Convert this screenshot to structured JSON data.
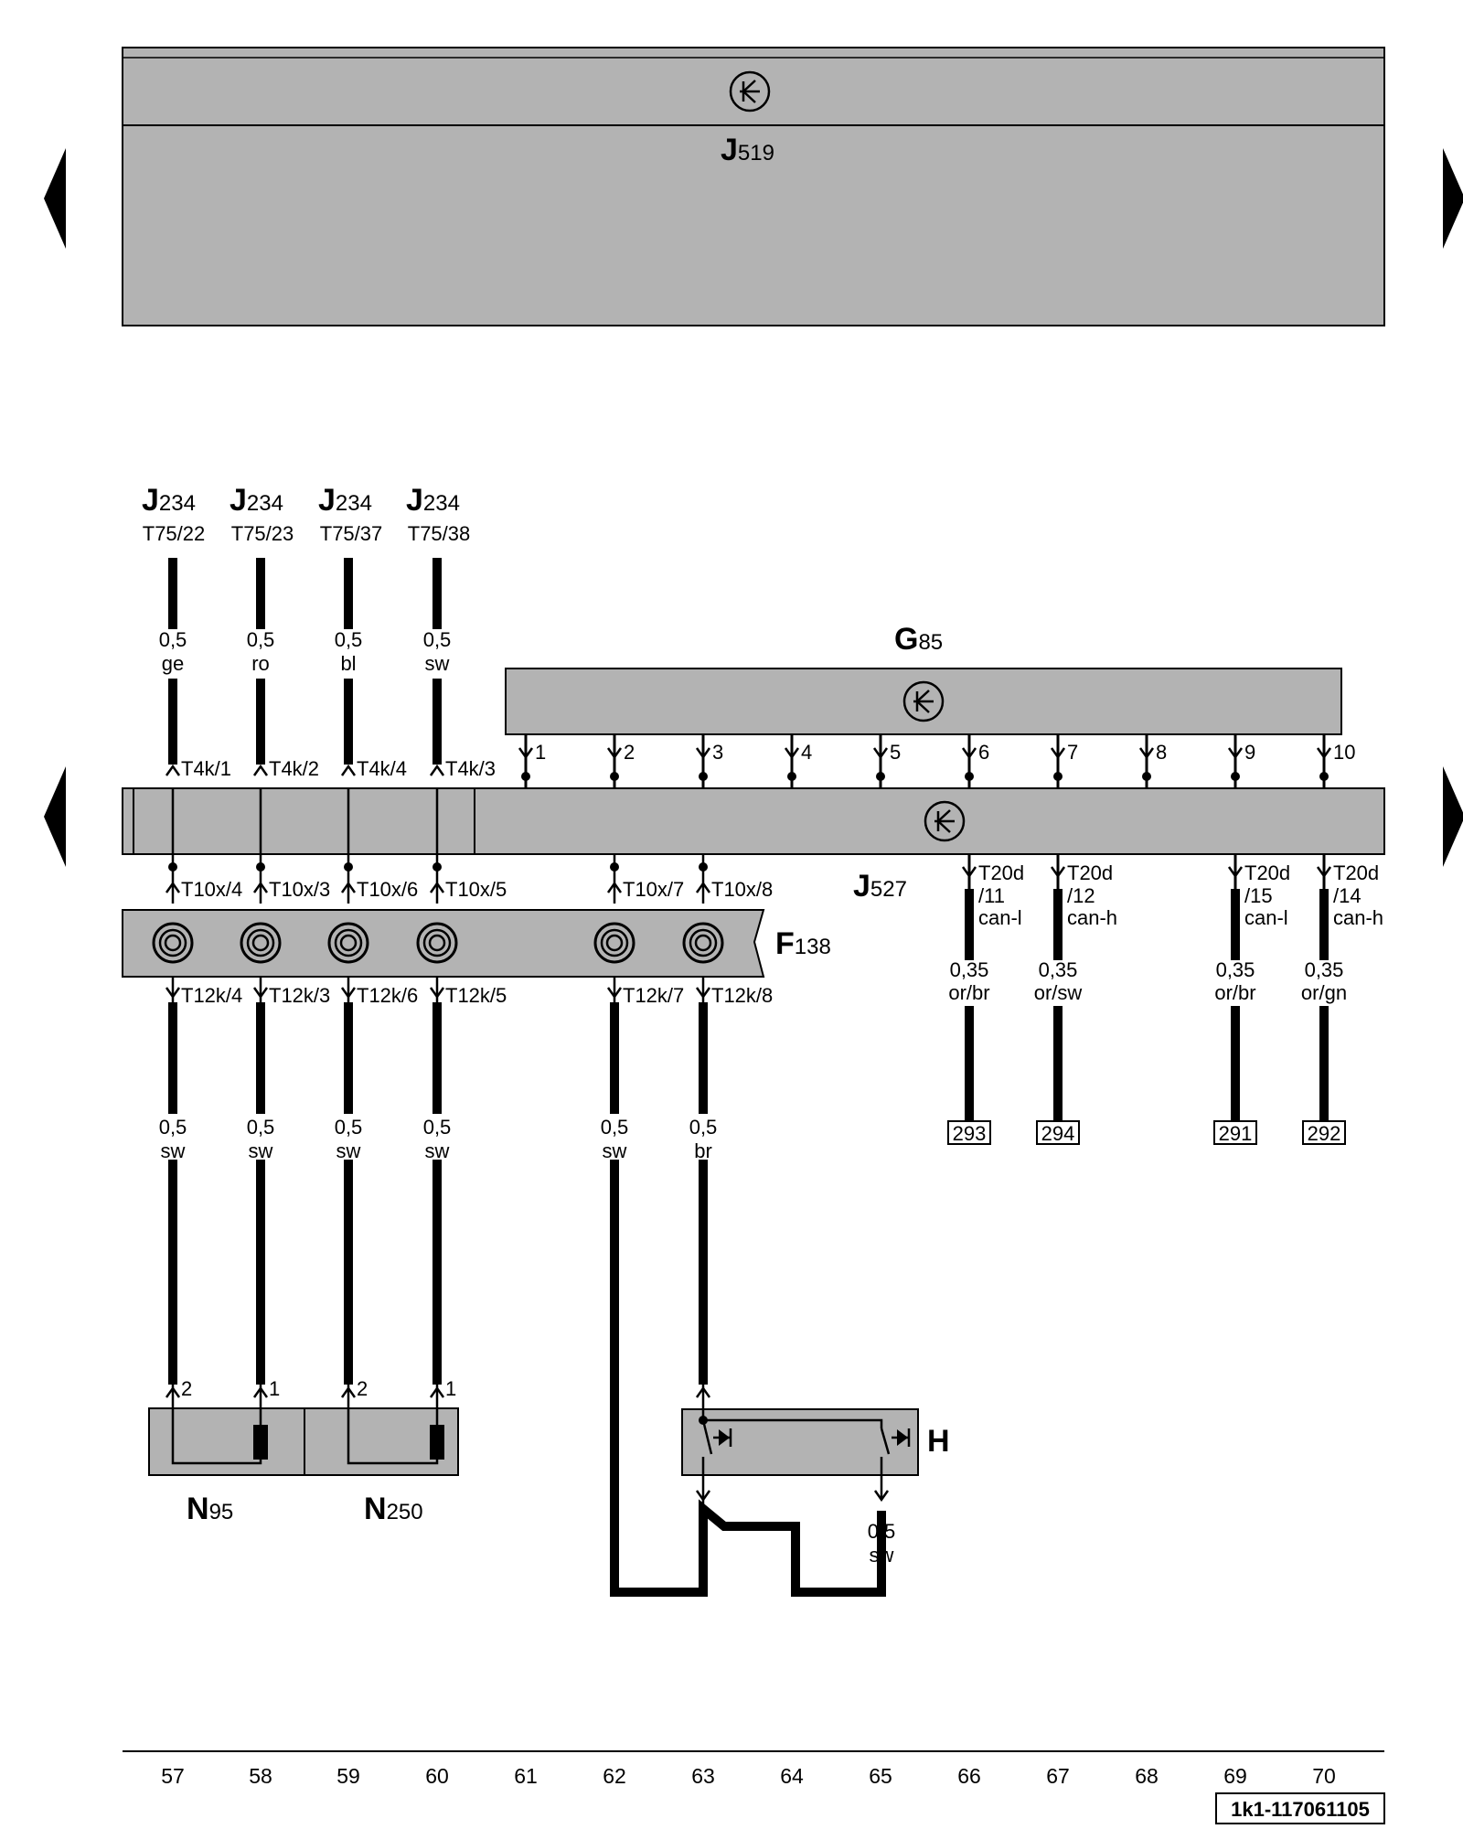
{
  "modules": {
    "j519": {
      "letter": "J",
      "sub": "519"
    },
    "g85": {
      "letter": "G",
      "sub": "85"
    },
    "j527": {
      "letter": "J",
      "sub": "527"
    },
    "f138": {
      "letter": "F",
      "sub": "138"
    },
    "n95": {
      "letter": "N",
      "sub": "95"
    },
    "n250": {
      "letter": "N",
      "sub": "250"
    },
    "h": {
      "letter": "H",
      "sub": ""
    }
  },
  "j234_refs": [
    {
      "letter": "J",
      "sub": "234",
      "terminal": "T75/22"
    },
    {
      "letter": "J",
      "sub": "234",
      "terminal": "T75/23"
    },
    {
      "letter": "J",
      "sub": "234",
      "terminal": "T75/37"
    },
    {
      "letter": "J",
      "sub": "234",
      "terminal": "T75/38"
    }
  ],
  "wires_upper": [
    {
      "size": "0,5",
      "color": "ge"
    },
    {
      "size": "0,5",
      "color": "ro"
    },
    {
      "size": "0,5",
      "color": "bl"
    },
    {
      "size": "0,5",
      "color": "sw"
    }
  ],
  "t4k_labels": [
    "T4k/1",
    "T4k/2",
    "T4k/4",
    "T4k/3"
  ],
  "t10x_labels": [
    "T10x/4",
    "T10x/3",
    "T10x/6",
    "T10x/5",
    "T10x/7",
    "T10x/8"
  ],
  "t12k_labels": [
    "T12k/4",
    "T12k/3",
    "T12k/6",
    "T12k/5",
    "T12k/7",
    "T12k/8"
  ],
  "wires_lower": [
    {
      "size": "0,5",
      "color": "sw"
    },
    {
      "size": "0,5",
      "color": "sw"
    },
    {
      "size": "0,5",
      "color": "sw"
    },
    {
      "size": "0,5",
      "color": "sw"
    },
    {
      "size": "0,5",
      "color": "sw"
    },
    {
      "size": "0,5",
      "color": "br"
    }
  ],
  "g85_pins": [
    "1",
    "2",
    "3",
    "4",
    "5",
    "6",
    "7",
    "8",
    "9",
    "10"
  ],
  "can_pins": [
    {
      "t1": "T20d",
      "t2": "/11",
      "t3": "can-l",
      "size": "0,35",
      "color": "or/br",
      "ref": "293"
    },
    {
      "t1": "T20d",
      "t2": "/12",
      "t3": "can-h",
      "size": "0,35",
      "color": "or/sw",
      "ref": "294"
    },
    {
      "t1": "T20d",
      "t2": "/15",
      "t3": "can-l",
      "size": "0,35",
      "color": "or/br",
      "ref": "291"
    },
    {
      "t1": "T20d",
      "t2": "/14",
      "t3": "can-h",
      "size": "0,35",
      "color": "or/gn",
      "ref": "292"
    }
  ],
  "n_pins": [
    "2",
    "1",
    "2",
    "1"
  ],
  "h_wire": {
    "size": "0,5",
    "color": "sw"
  },
  "axis_numbers": [
    "57",
    "58",
    "59",
    "60",
    "61",
    "62",
    "63",
    "64",
    "65",
    "66",
    "67",
    "68",
    "69",
    "70"
  ],
  "doc_id": "1k1-117061105",
  "colors": {
    "module_fill": "#b3b3b3",
    "wire": "#000000",
    "background": "#ffffff"
  }
}
